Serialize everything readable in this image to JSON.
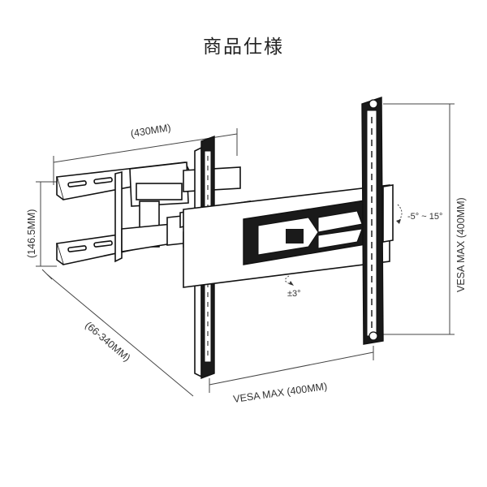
{
  "title": "商品仕様",
  "dimensions": {
    "width_label": "(430MM)",
    "height_label": "(146.5MM)",
    "extension_label": "(66-340MM)",
    "vesa_horizontal_label": "VESA MAX  (400MM)",
    "vesa_vertical_label": "VESA MAX  (400MM)",
    "tilt_label": "-5° ~ 15°",
    "swivel_label": "±3°"
  }
}
